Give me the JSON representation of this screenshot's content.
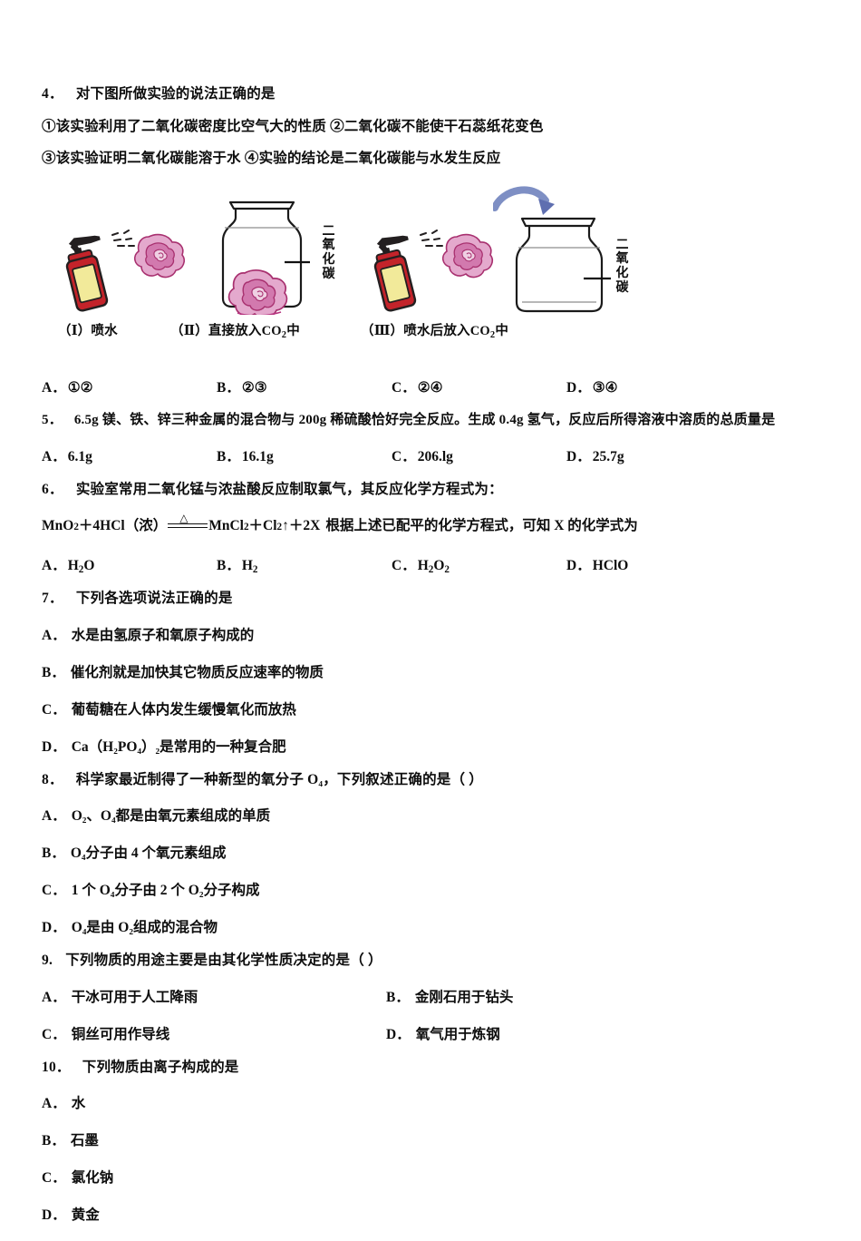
{
  "questions": [
    {
      "id": "q4",
      "number": "4．",
      "stem": "对下图所做实验的说法正确的是",
      "statements": [
        "①该实验利用了二氧化碳密度比空气大的性质  ②二氧化碳不能使干石蕊纸花变色",
        "③该实验证明二氧化碳能溶于水      ④实验的结论是二氧化碳能与水发生反应"
      ],
      "figure": {
        "panels": [
          {
            "caption": "（Ⅰ）喷水",
            "type": "sprayer-flower"
          },
          {
            "caption_pre": "（Ⅱ）直接放入",
            "caption_formula": "CO",
            "caption_sub": "2",
            "caption_post": "中",
            "type": "jar-with-flower",
            "jar_label": [
              "二",
              "氧",
              "化",
              "碳"
            ]
          },
          {
            "caption_pre": "（Ⅲ）喷水后放入",
            "caption_formula": "CO",
            "caption_sub": "2",
            "caption_post": "中",
            "type": "sprayer-flower-jar",
            "jar_label": [
              "二",
              "氧",
              "化",
              "碳"
            ]
          }
        ]
      },
      "options": [
        {
          "label": "A．",
          "text": "①②"
        },
        {
          "label": "B．",
          "text": "②③"
        },
        {
          "label": "C．",
          "text": "②④"
        },
        {
          "label": "D．",
          "text": "③④"
        }
      ]
    },
    {
      "id": "q5",
      "number": "5．",
      "stem": "6.5g 镁、铁、锌三种金属的混合物与 200g 稀硫酸恰好完全反应。生成 0.4g 氢气，反应后所得溶液中溶质的总质量是",
      "options": [
        {
          "label": "A．",
          "text": "6.1g"
        },
        {
          "label": "B．",
          "text": "16.1g"
        },
        {
          "label": "C．",
          "text": "206.lg"
        },
        {
          "label": "D．",
          "text": "25.7g"
        }
      ]
    },
    {
      "id": "q6",
      "number": "6．",
      "stem": "实验室常用二氧化锰与浓盐酸反应制取氯气，其反应化学方程式为：",
      "equation": {
        "left": "MnO",
        "left_sub": "2",
        "left_rest": "＋4HCl（浓）",
        "condition": "△",
        "right_1": "MnCl",
        "right_1_sub": "2",
        "right_2": "＋Cl",
        "right_2_sub": "2",
        "right_2_arrow": "↑",
        "right_3": "＋2X",
        "tail": "根据上述已配平的化学方程式，可知 X 的化学式为"
      },
      "options": [
        {
          "label": "A．",
          "text": "H",
          "sub": "2",
          "text2": "O"
        },
        {
          "label": "B．",
          "text": "H",
          "sub": "2",
          "text2": ""
        },
        {
          "label": "C．",
          "text": "H",
          "sub": "2",
          "text2": "O",
          "sub2": "2"
        },
        {
          "label": "D．",
          "text": "HClO"
        }
      ]
    },
    {
      "id": "q7",
      "number": "7．",
      "stem": "下列各选项说法正确的是",
      "options": [
        {
          "label": "A．",
          "text": "水是由氢原子和氧原子构成的"
        },
        {
          "label": "B．",
          "text": "催化剂就是加快其它物质反应速率的物质"
        },
        {
          "label": "C．",
          "text": "葡萄糖在人体内发生缓慢氧化而放热"
        },
        {
          "label": "D．",
          "text": "Ca（H₂PO₄）₂是常用的一种复合肥"
        }
      ]
    },
    {
      "id": "q8",
      "number": "8．",
      "stem": "科学家最近制得了一种新型的氧分子 O₄，下列叙述正确的是（      ）",
      "options": [
        {
          "label": "A．",
          "text": "O₂、O₄都是由氧元素组成的单质"
        },
        {
          "label": "B．",
          "text": "O₄分子由 4 个氧元素组成"
        },
        {
          "label": "C．",
          "text": "1 个 O₄分子由 2 个 O₂分子构成"
        },
        {
          "label": "D．",
          "text": "O₄是由 O₂组成的混合物"
        }
      ]
    },
    {
      "id": "q9",
      "number": "9.",
      "stem": "下列物质的用途主要是由其化学性质决定的是（      ）",
      "options": [
        {
          "label": "A．",
          "text": "干冰可用于人工降雨"
        },
        {
          "label": "B．",
          "text": "金刚石用于钻头"
        },
        {
          "label": "C．",
          "text": "铜丝可用作导线"
        },
        {
          "label": "D．",
          "text": "氧气用于炼钢"
        }
      ]
    },
    {
      "id": "q10",
      "number": "10．",
      "stem": "下列物质由离子构成的是",
      "options": [
        {
          "label": "A．",
          "text": "水"
        },
        {
          "label": "B．",
          "text": "石墨"
        },
        {
          "label": "C．",
          "text": "氯化钠"
        },
        {
          "label": "D．",
          "text": "黄金"
        }
      ]
    }
  ],
  "colors": {
    "text": "#0d0d0d",
    "bottle_body": "#c3232a",
    "bottle_label": "#f2ea9a",
    "flower_light": "#e4a9cd",
    "flower_mid": "#d279ae",
    "flower_dark": "#b6347f",
    "arrow": "#7e8fc4",
    "glass": "#1a1a1a"
  }
}
